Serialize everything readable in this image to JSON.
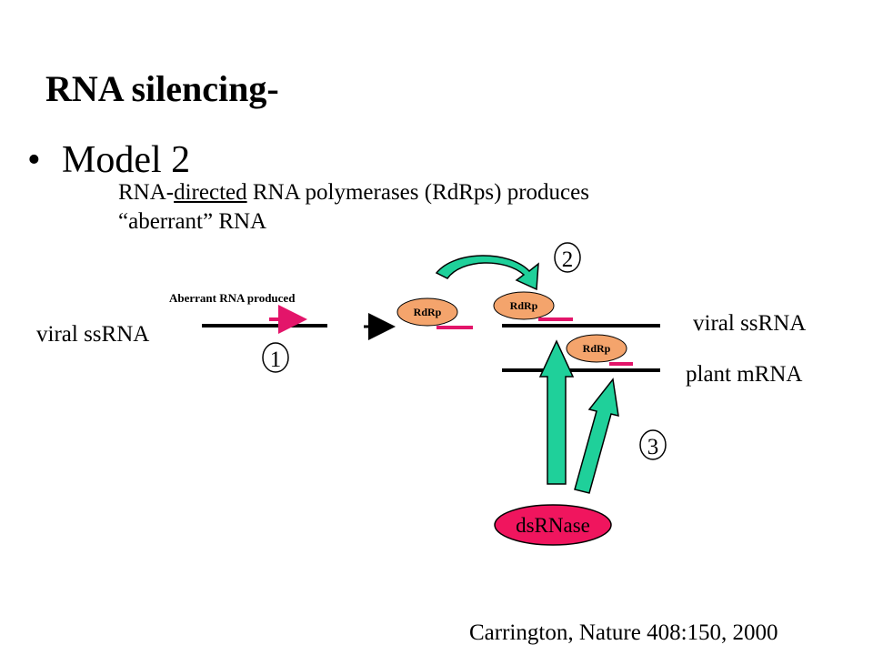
{
  "title": "RNA silencing-",
  "bullet": {
    "marker": "•",
    "text": "Model 2"
  },
  "description": {
    "line1_prefix": "RNA-",
    "line1_underlined": "directed",
    "line1_suffix": " RNA polymerases (RdRps) produces",
    "line2": "“aberrant” RNA"
  },
  "labels": {
    "aberrant_produced": "Aberrant RNA produced",
    "viral_left": "viral ssRNA",
    "viral_right": "viral ssRNA",
    "plant_mrna": "plant mRNA",
    "rdrp": "RdRp",
    "dsrnase": "dsRNase",
    "step1": "1",
    "step2": "2",
    "step3": "3"
  },
  "citation": "Carrington, Nature 408:150, 2000",
  "colors": {
    "rdrp_fill": "#f4a46c",
    "aberrant_rna": "#e3156a",
    "arrow_teal": "#1fd09a",
    "dsrnase_fill": "#f0155e"
  }
}
